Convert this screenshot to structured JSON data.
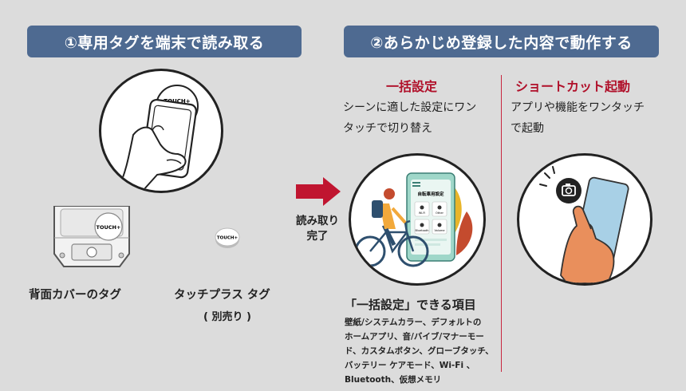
{
  "banners": {
    "step1": "①専用タグを端末で読み取る",
    "step2": "②あらかじめ登録した内容で動作する"
  },
  "left": {
    "tag_text": "TOUCH+",
    "back_cover_label": "背面カバーのタグ",
    "touchplus_label": "タッチプラス タグ",
    "touchplus_note": "( 別売り )"
  },
  "middle": {
    "read_line1": "読み取り",
    "read_line2": "完了"
  },
  "bulk": {
    "heading": "一括設定",
    "desc_line1": "シーンに適した設定にワン",
    "desc_line2": "タッチで切り替え",
    "phone_title": "自転車用設定",
    "icons": [
      "Wi-Fi",
      "Other",
      "Bluetooth",
      "Volume"
    ],
    "items_heading": "「一括設定」できる項目",
    "items_lines": [
      "壁紙/システムカラー、デフォルトの",
      "ホームアプリ、音/バイブ/マナーモー",
      "ド、カスタムボタン、グローブタッチ、",
      "バッテリー ケアモード、Wi-Fi 、",
      "Bluetooth、仮想メモリ"
    ]
  },
  "shortcut": {
    "heading": "ショートカット起動",
    "desc_line1": "アプリや機能をワンタッチ",
    "desc_line2": "で起動"
  },
  "colors": {
    "banner": "#4e6a91",
    "accent_red": "#b0102a",
    "arrow": "#c01530",
    "background": "#dcdcdc"
  }
}
